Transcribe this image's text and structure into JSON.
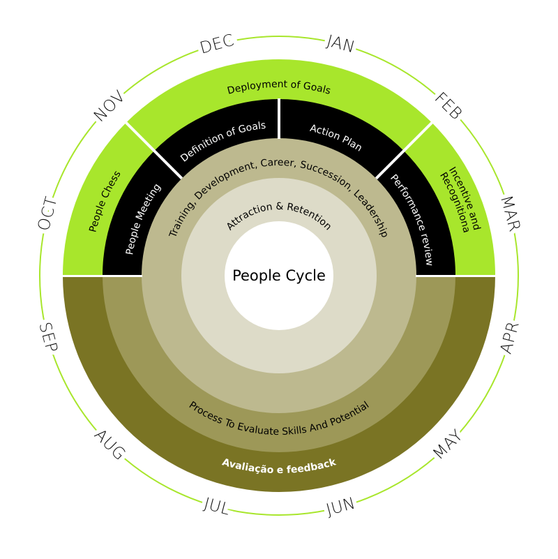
{
  "title": "People Cycle",
  "colors": {
    "green": "#a8e62c",
    "black": "#000000",
    "dark_olive": "#7a7424",
    "medium_olive": "#9d9858",
    "tan": "#bdb98f",
    "light": "#dddbc8",
    "ring_line": "#a8e62c"
  },
  "months": [
    "JAN",
    "FEB",
    "MAR",
    "APR",
    "MAY",
    "JUN",
    "JUL",
    "AUG",
    "SEP",
    "OCT",
    "NOV",
    "DEC"
  ],
  "outer_band": {
    "people_chess": "People Chess",
    "deployment_of_goals": "Deployment of Goals",
    "incentive_line1": "Incentive and",
    "incentive_line2": "Recognitiona",
    "evaluation_feedback": "Avaliação e feedback"
  },
  "second_band": {
    "people_meeting": "People Meeting",
    "definition_of_goals": "Definition of Goals",
    "action_plan": "Action Plan",
    "performance_review": "Performance review",
    "process_evaluate": "Process To Evaluate Skills And Potential"
  },
  "third_band": {
    "training": "Training, Development, Career, Succession, Leadership"
  },
  "inner_band": {
    "attraction": "Attraction & Retention"
  }
}
